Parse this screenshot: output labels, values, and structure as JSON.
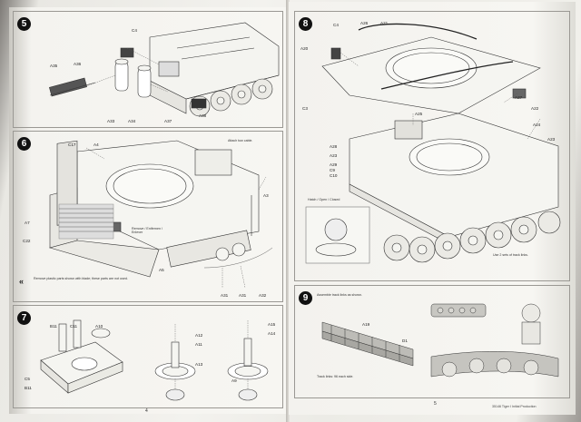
{
  "pages": {
    "left_number": "4",
    "right_number": "5"
  },
  "steps": {
    "s5": {
      "number": "5",
      "labels": [
        "C4",
        "A35",
        "A36",
        "A33",
        "A34",
        "A37",
        "A38"
      ]
    },
    "s6": {
      "number": "6",
      "labels": [
        "C17",
        "A4",
        "A3",
        "A7",
        "C22",
        "A5",
        "A31",
        "A31",
        "A32"
      ],
      "note_top": "Attach tow cable.",
      "note_mid": "Remove / Entfernen / Enlever",
      "note_bottom": "Remove plastic parts shown with blade; these parts are not used."
    },
    "s7": {
      "number": "7",
      "labels": [
        "B11",
        "C11",
        "A10",
        "C5",
        "B11",
        "A12",
        "A11",
        "A13",
        "A15",
        "A14",
        "A9"
      ]
    },
    "s8": {
      "number": "8",
      "labels": [
        "C4",
        "A26",
        "A21",
        "A20",
        "C3",
        "A27",
        "A25",
        "A28",
        "A23",
        "A29",
        "C9",
        "C10",
        "A22",
        "A24",
        "A23"
      ],
      "note_hatch": "Hatch / Open / Closed",
      "note_tracks": "Use 2 sets of track links."
    },
    "s9": {
      "number": "9",
      "labels": [
        "A19",
        "D1"
      ],
      "note_top": "Assemble track links as shown.",
      "note_bottom": "Track links: 96 each side."
    }
  },
  "footer": "35146 Tiger I Initial Production"
}
